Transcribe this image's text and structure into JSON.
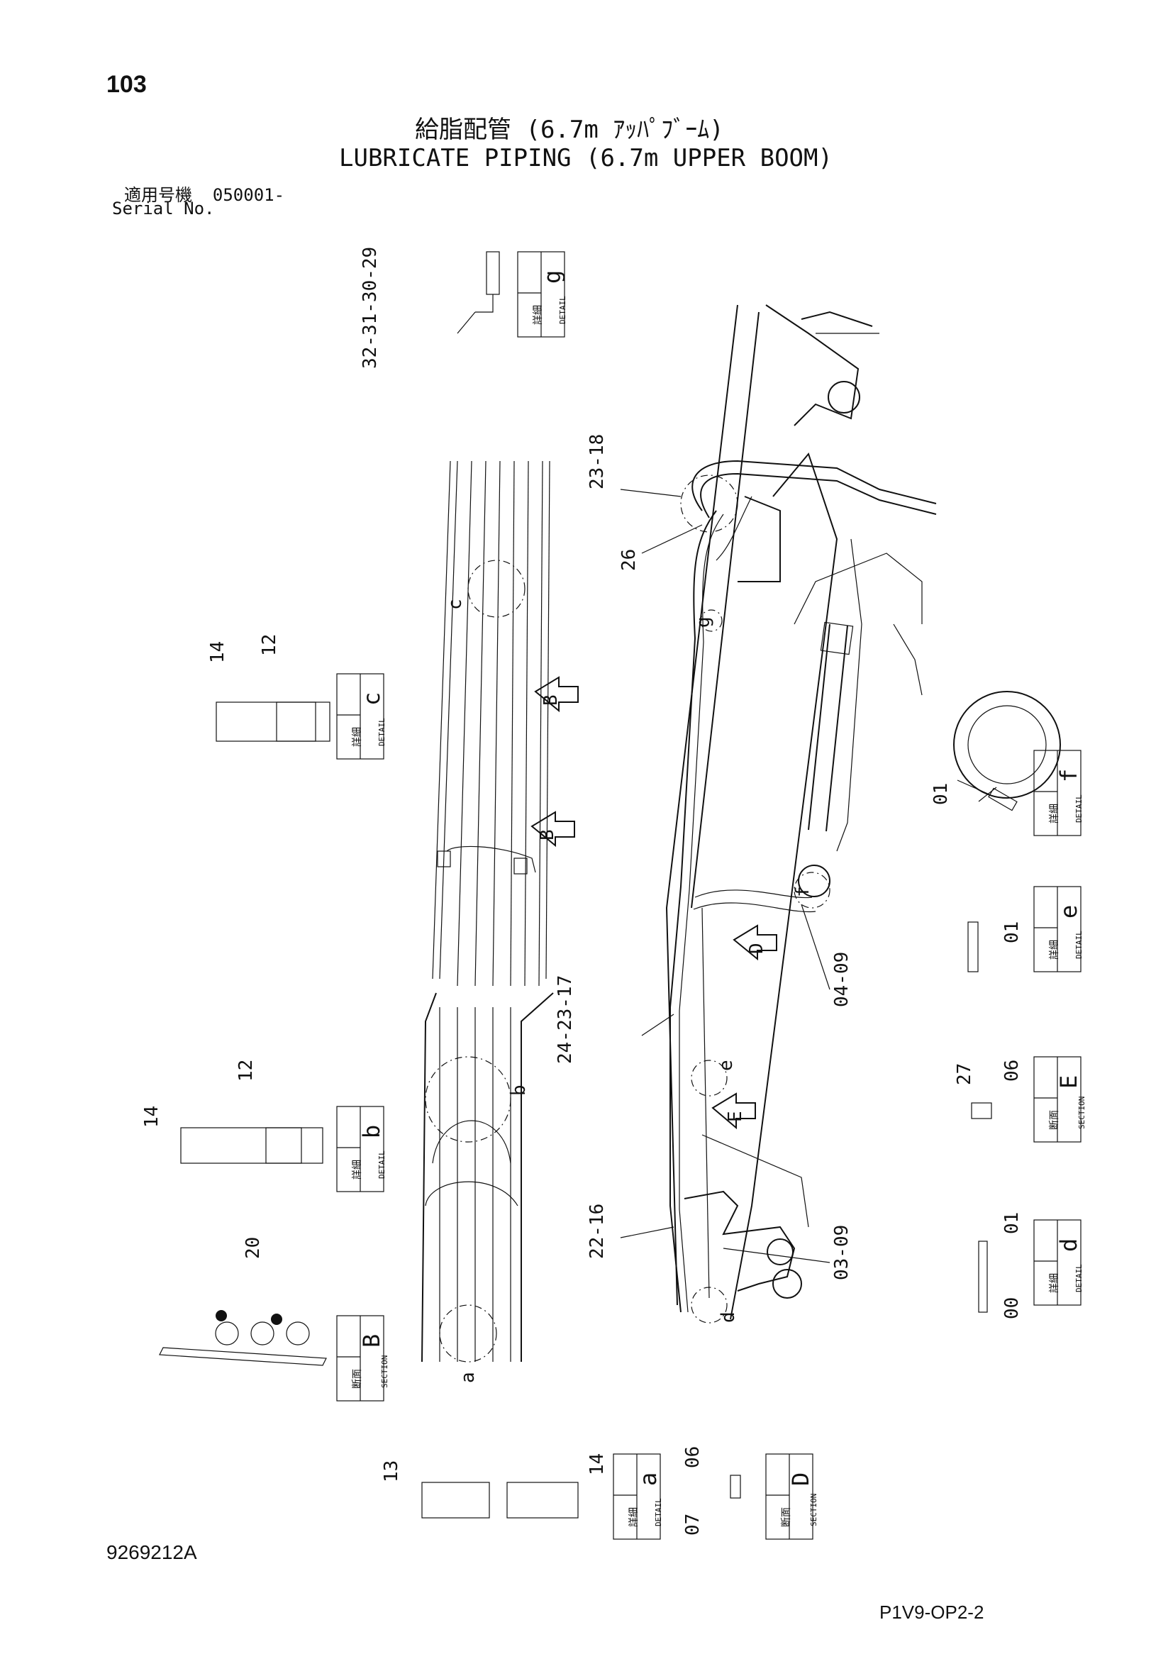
{
  "header": {
    "page_number": "103",
    "title_jp": "給脂配管 (6.7m ｱｯﾊﾟﾌﾞｰﾑ)",
    "title_en": "LUBRICATE PIPING (6.7m UPPER BOOM)",
    "serial_label_jp": "適用号機",
    "serial_value": "050001-",
    "serial_label_en": "Serial No."
  },
  "footer": {
    "drawing_number": "9269212A",
    "sheet_code": "P1V9-OP2-2"
  },
  "tag_text": {
    "detail_kanji": "詳細",
    "detail_en": "DETAIL",
    "section_kanji": "断面",
    "section_en": "SECTION"
  },
  "tags": [
    {
      "id": "g",
      "kind": "detail",
      "letter": "g"
    },
    {
      "id": "c",
      "kind": "detail",
      "letter": "c"
    },
    {
      "id": "f",
      "kind": "detail",
      "letter": "f"
    },
    {
      "id": "e",
      "kind": "detail",
      "letter": "e"
    },
    {
      "id": "E",
      "kind": "section",
      "letter": "E"
    },
    {
      "id": "b",
      "kind": "detail",
      "letter": "b"
    },
    {
      "id": "d",
      "kind": "detail",
      "letter": "d"
    },
    {
      "id": "B",
      "kind": "section",
      "letter": "B"
    },
    {
      "id": "a",
      "kind": "detail",
      "letter": "a"
    },
    {
      "id": "D",
      "kind": "section",
      "letter": "D"
    }
  ],
  "callouts": {
    "g_parts": "32-31-30-29",
    "c_14": "14",
    "c_12": "12",
    "b_14": "14",
    "b_12": "12",
    "B_20": "20",
    "a_13": "13",
    "a_14": "14",
    "D_06": "06",
    "D_07": "07",
    "main_23_18": "23-18",
    "main_26": "26",
    "main_24_23_17": "24-23-17",
    "main_22_16": "22-16",
    "main_03_09": "03-09",
    "main_04_09": "04-09",
    "f_01": "01",
    "e_01": "01",
    "E_27": "27",
    "E_06": "06",
    "d_01": "01",
    "d_00": "00"
  },
  "view_markers": {
    "g": "g",
    "c": "c",
    "b": "b",
    "a": "a",
    "f": "f",
    "e": "e",
    "d": "d",
    "arrow_B1": "B",
    "arrow_B2": "B",
    "arrow_D": "D",
    "arrow_E": "E"
  }
}
